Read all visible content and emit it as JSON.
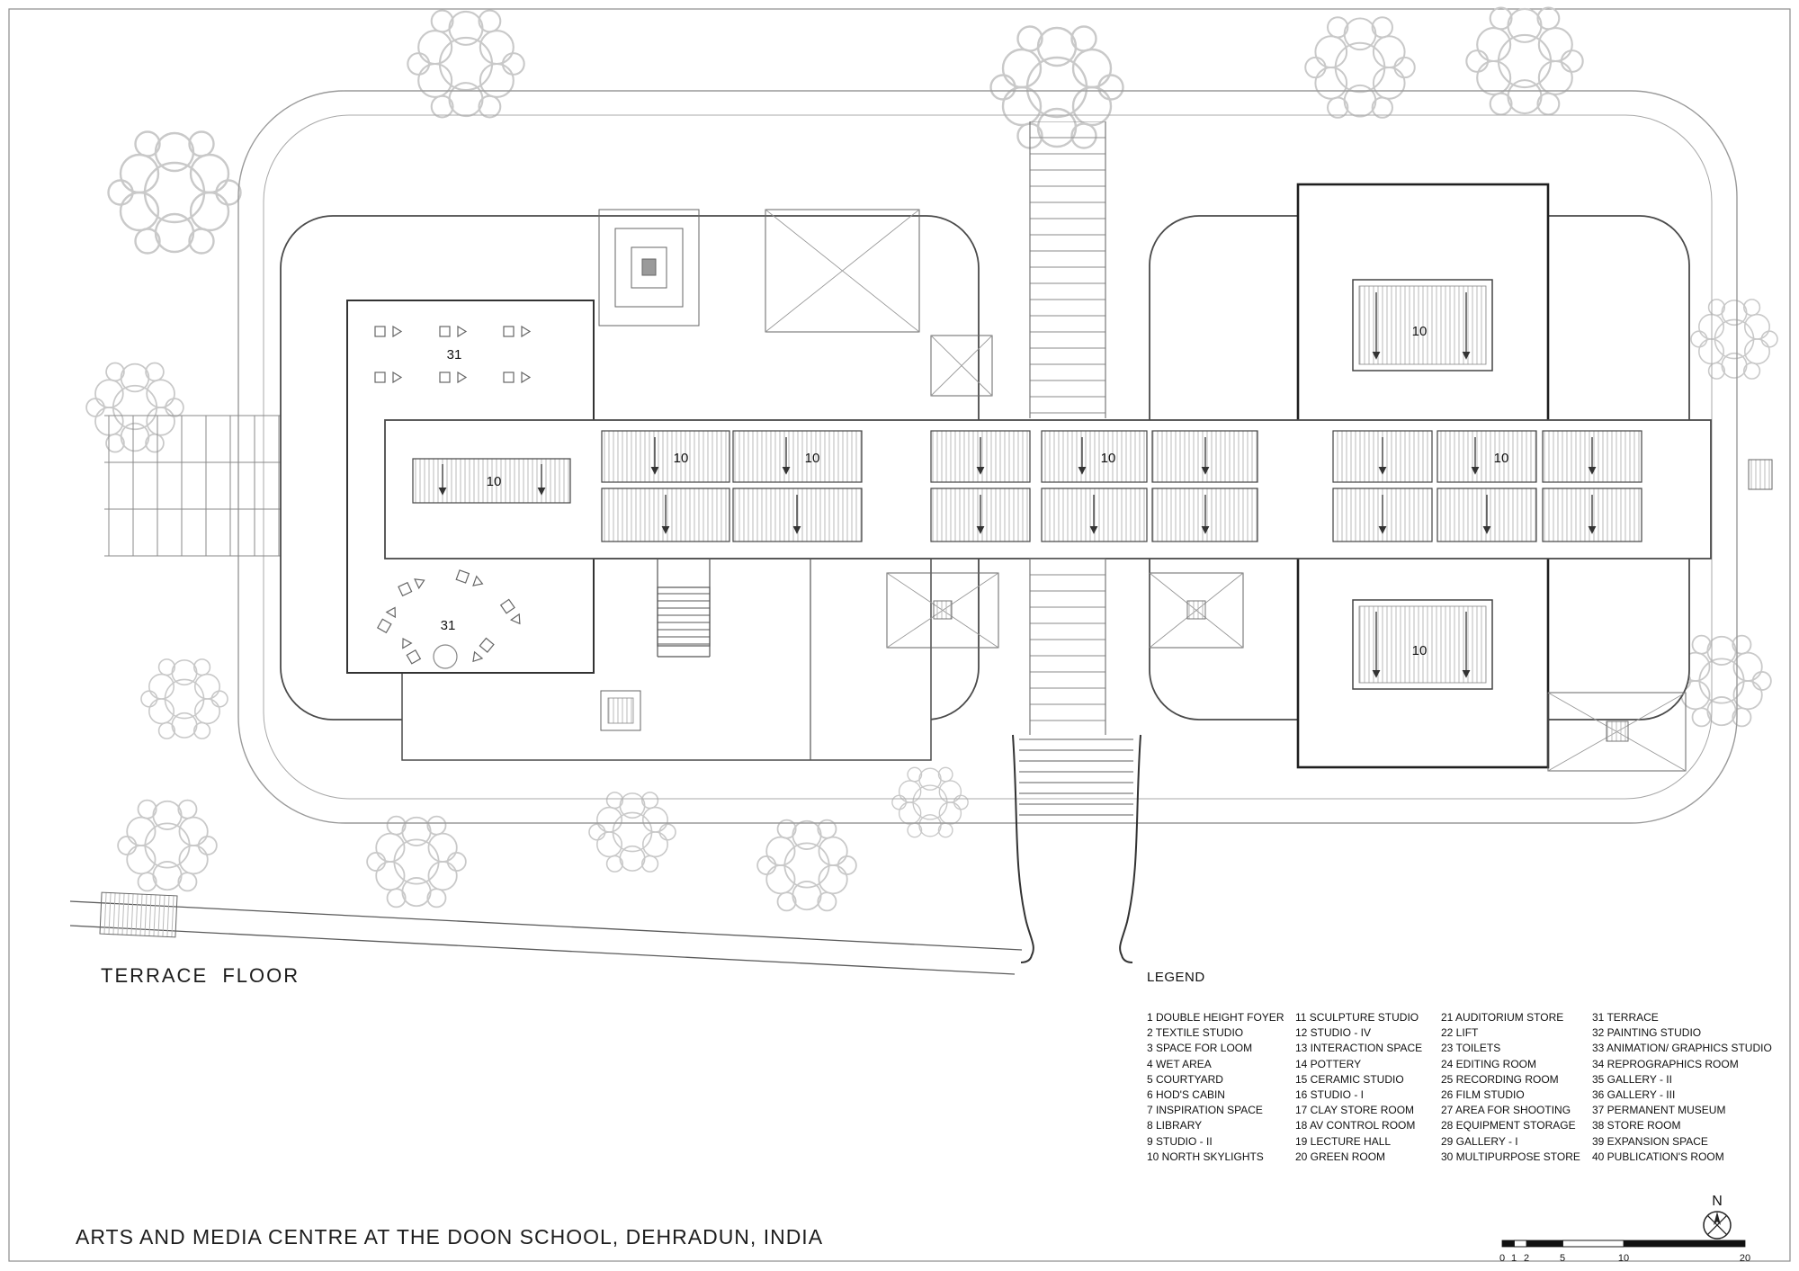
{
  "titles": {
    "floor": "TERRACE  FLOOR",
    "project": "ARTS AND MEDIA CENTRE AT THE DOON SCHOOL, DEHRADUN, INDIA"
  },
  "plan_labels": {
    "terrace": "31",
    "skylight": "10"
  },
  "legend": {
    "heading": "LEGEND",
    "columns": [
      {
        "items": [
          "1 DOUBLE HEIGHT FOYER",
          "2 TEXTILE STUDIO",
          "3 SPACE FOR LOOM",
          "4 WET AREA",
          "5 COURTYARD",
          "6 HOD'S CABIN",
          "7 INSPIRATION SPACE",
          "8 LIBRARY",
          "9 STUDIO - II",
          "10 NORTH SKYLIGHTS"
        ]
      },
      {
        "items": [
          "11 SCULPTURE STUDIO",
          "12 STUDIO - IV",
          "13 INTERACTION SPACE",
          "14 POTTERY",
          "15 CERAMIC STUDIO",
          "16 STUDIO - I",
          "17 CLAY STORE ROOM",
          "18 AV CONTROL ROOM",
          "19 LECTURE HALL",
          "20 GREEN ROOM"
        ]
      },
      {
        "items": [
          "21 AUDITORIUM STORE",
          "22 LIFT",
          "23 TOILETS",
          "24 EDITING ROOM",
          "25 RECORDING ROOM",
          "26 FILM STUDIO",
          "27 AREA FOR SHOOTING",
          "28 EQUIPMENT STORAGE",
          "29 GALLERY - I",
          "30 MULTIPURPOSE STORE"
        ]
      },
      {
        "items": [
          "31 TERRACE",
          "32 PAINTING STUDIO",
          "33 ANIMATION/ GRAPHICS STUDIO",
          "34 REPROGRAPHICS ROOM",
          "35 GALLERY - II",
          "36 GALLERY - III",
          "37 PERMANENT MUSEUM",
          "38 STORE ROOM",
          "39 EXPANSION SPACE",
          "40 PUBLICATION'S ROOM"
        ]
      }
    ]
  },
  "compass": {
    "label": "N"
  },
  "scale_bar": {
    "labels": [
      "0",
      "1",
      "2",
      "5",
      "10",
      "20"
    ]
  }
}
